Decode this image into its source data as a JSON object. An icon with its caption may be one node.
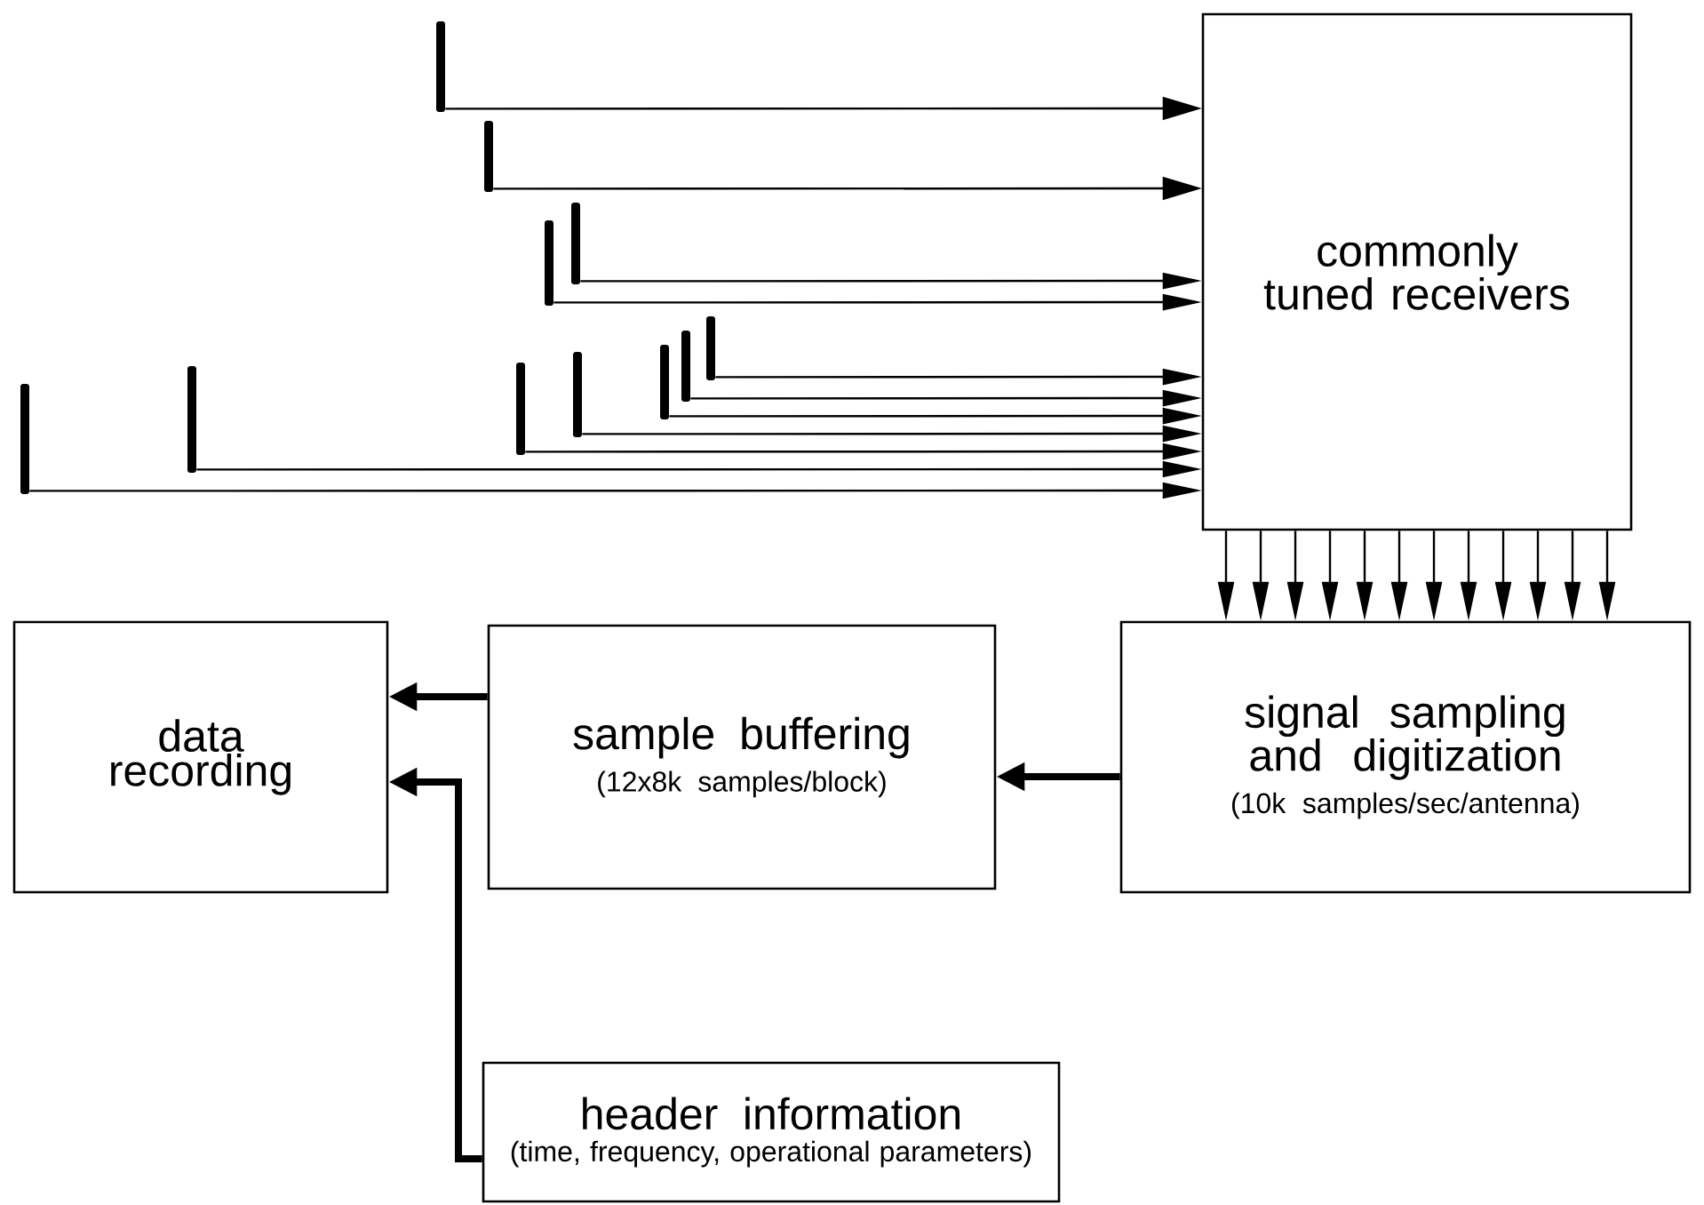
{
  "diagram": {
    "nodes": [
      {
        "text": [],
        "shape": "antenna"
      },
      {
        "text": [],
        "shape": "antenna"
      },
      {
        "text": [],
        "shape": "antenna"
      },
      {
        "text": [],
        "shape": "antenna"
      },
      {
        "text": [],
        "shape": "antenna"
      },
      {
        "text": [],
        "shape": "antenna"
      },
      {
        "text": [],
        "shape": "antenna"
      },
      {
        "text": [],
        "shape": "antenna"
      },
      {
        "text": [],
        "shape": "antenna"
      },
      {
        "text": [],
        "shape": "antenna"
      },
      {
        "text": [],
        "shape": "antenna"
      },
      {
        "text": [
          "commonly tuned receivers"
        ]
      },
      {
        "text": [
          "data recording"
        ]
      },
      {
        "text": [
          "sample buffering",
          "(12x8k samples/block)"
        ]
      },
      {
        "text": [
          "signal sampling and digitization",
          "(10k samples/sec/antenna)"
        ]
      },
      {
        "text": [
          "header information",
          "(time, frequency, operational parameters)"
        ]
      }
    ],
    "edges": [
      {
        "from": 0,
        "to": 11,
        "arrow": "to"
      },
      {
        "from": 1,
        "to": 11,
        "arrow": "to"
      },
      {
        "from": 2,
        "to": 11,
        "arrow": "to"
      },
      {
        "from": 3,
        "to": 11,
        "arrow": "to"
      },
      {
        "from": 4,
        "to": 11,
        "arrow": "to"
      },
      {
        "from": 5,
        "to": 11,
        "arrow": "to"
      },
      {
        "from": 6,
        "to": 11,
        "arrow": "to"
      },
      {
        "from": 7,
        "to": 11,
        "arrow": "to"
      },
      {
        "from": 8,
        "to": 11,
        "arrow": "to"
      },
      {
        "from": 9,
        "to": 11,
        "arrow": "to"
      },
      {
        "from": 10,
        "to": 11,
        "arrow": "to"
      },
      {
        "from": 11,
        "to": 14,
        "arrow": "to"
      },
      {
        "from": 11,
        "to": 14,
        "arrow": "to"
      },
      {
        "from": 11,
        "to": 14,
        "arrow": "to"
      },
      {
        "from": 11,
        "to": 14,
        "arrow": "to"
      },
      {
        "from": 11,
        "to": 14,
        "arrow": "to"
      },
      {
        "from": 11,
        "to": 14,
        "arrow": "to"
      },
      {
        "from": 11,
        "to": 14,
        "arrow": "to"
      },
      {
        "from": 11,
        "to": 14,
        "arrow": "to"
      },
      {
        "from": 11,
        "to": 14,
        "arrow": "to"
      },
      {
        "from": 11,
        "to": 14,
        "arrow": "to"
      },
      {
        "from": 11,
        "to": 14,
        "arrow": "to"
      },
      {
        "from": 11,
        "to": 14,
        "arrow": "to"
      },
      {
        "from": 14,
        "to": 13,
        "arrow": "to",
        "style": "thick"
      },
      {
        "from": 13,
        "to": 12,
        "arrow": "to",
        "style": "thick"
      },
      {
        "from": 15,
        "to": 12,
        "arrow": "to",
        "style": "thick"
      }
    ]
  }
}
